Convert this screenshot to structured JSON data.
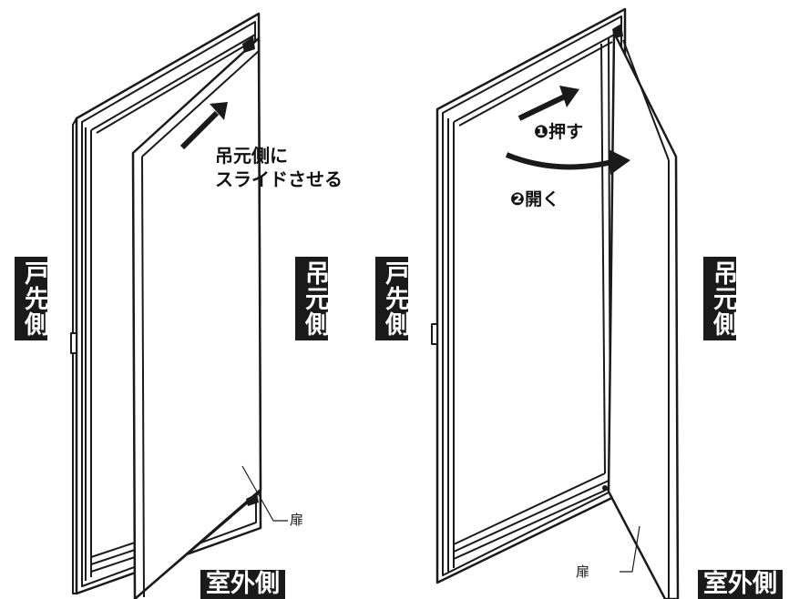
{
  "left_panel": {
    "caption_line1": "吊元側に",
    "caption_line2": "スライドさせる",
    "label_door_tip_side": "戸先側",
    "label_hinge_side": "吊元側",
    "label_outdoor_side": "室外側",
    "label_door": "扉"
  },
  "right_panel": {
    "step1": "❶押す",
    "step2": "❷開く",
    "label_door_tip_side": "戸先側",
    "label_hinge_side": "吊元側",
    "label_outdoor_side": "室外側",
    "label_door": "扉"
  },
  "colors": {
    "line": "#1a1a1a",
    "label_bg": "#1a1a1a",
    "label_text": "#ffffff"
  }
}
